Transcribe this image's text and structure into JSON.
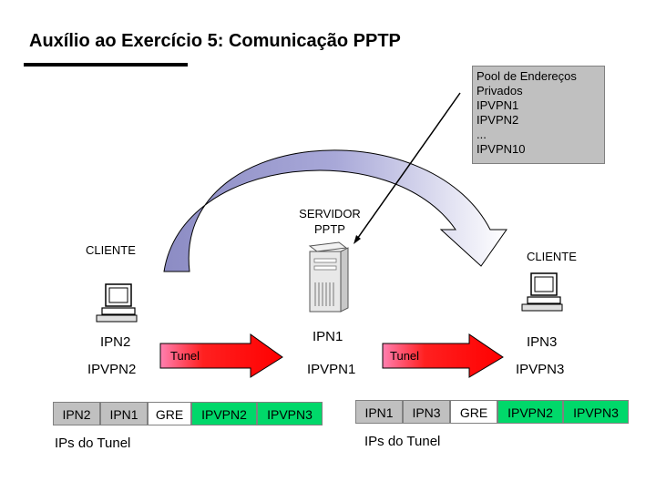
{
  "title": "Auxílio ao Exercício 5: Comunicação PPTP",
  "pool": {
    "lines": [
      "Pool de Endereços",
      "Privados",
      "IPVPN1",
      "IPVPN2",
      "...",
      "IPVPN10"
    ]
  },
  "server": {
    "line1": "SERVIDOR",
    "line2": "PPTP"
  },
  "client_left": {
    "label": "CLIENTE",
    "ipn": "IPN2",
    "ipvpn": "IPVPN2"
  },
  "client_right": {
    "label": "CLIENTE",
    "ipn": "IPN3",
    "ipvpn": "IPVPN3"
  },
  "server_addrs": {
    "ipn": "IPN1",
    "ipvpn": "IPVPN1"
  },
  "tunnel_left": "Tunel",
  "tunnel_right": "Tunel",
  "packet_left": {
    "cells": [
      "IPN2",
      "IPN1",
      "GRE",
      "IPVPN2",
      "IPVPN3"
    ],
    "caption": "IPs do Tunel"
  },
  "packet_right": {
    "cells": [
      "IPN1",
      "IPN3",
      "GRE",
      "IPVPN2",
      "IPVPN3"
    ],
    "caption": "IPs do Tunel"
  },
  "colors": {
    "arc": "#9999cc",
    "arrow_fill": "#ff0000",
    "arrow_gradient_start": "#ff66aa",
    "header_cell": "#c0c0c0",
    "payload_cell": "#00d86a"
  }
}
